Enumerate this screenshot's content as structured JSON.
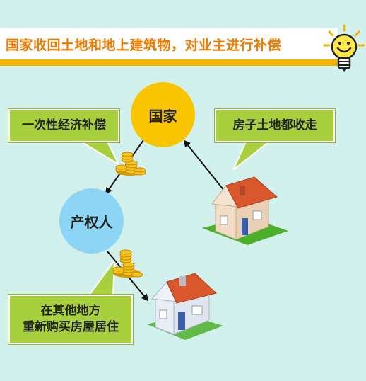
{
  "title": "国家收回土地和地上建筑物，对业主进行补偿",
  "nodes": {
    "state": "国家",
    "owner": "产权人"
  },
  "callouts": {
    "compensation": "一次性经济补偿",
    "takeover": "房子土地都收走",
    "rebuy_line1": "在其他地方",
    "rebuy_line2": "重新购买房屋居住"
  },
  "colors": {
    "background": "#d3f1ec",
    "title_text": "#ee7b00",
    "title_bar": "#f6b300",
    "state_circle": "#f9c500",
    "owner_circle": "#8cd5f5",
    "callout": "#a8cf3c",
    "house_roof": "#d9572b",
    "house_wall": "#f2dcc6",
    "lawn": "#4caf2a"
  },
  "icons": [
    "light-bulb-icon",
    "coin-stack-icon",
    "house-icon"
  ]
}
